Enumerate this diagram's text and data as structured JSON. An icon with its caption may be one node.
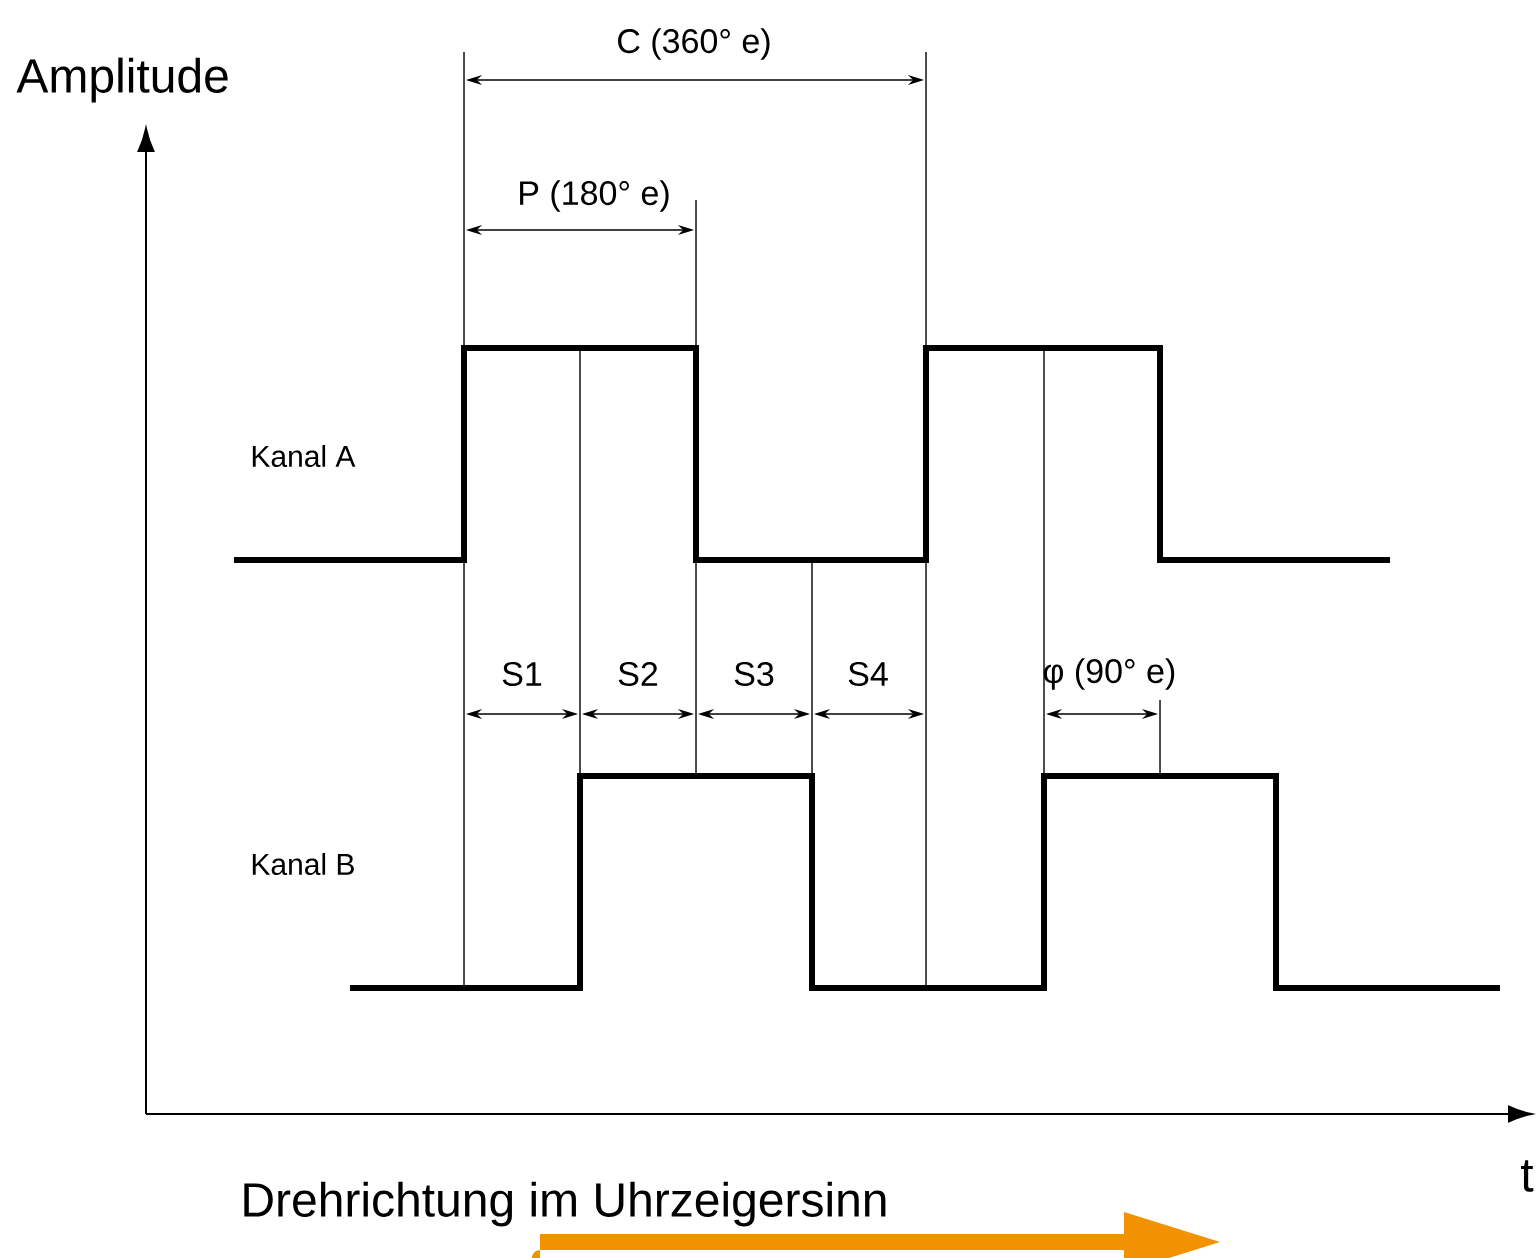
{
  "diagram": {
    "labels": [
      "Amplitude",
      "C (360° e)",
      "P (180° e)",
      "Kanal A",
      "S1",
      "S2",
      "S3",
      "S4",
      "φ (90° e)",
      "Kanal B",
      "t",
      "Drehrichtung im Uhrzeigersinn"
    ]
  }
}
